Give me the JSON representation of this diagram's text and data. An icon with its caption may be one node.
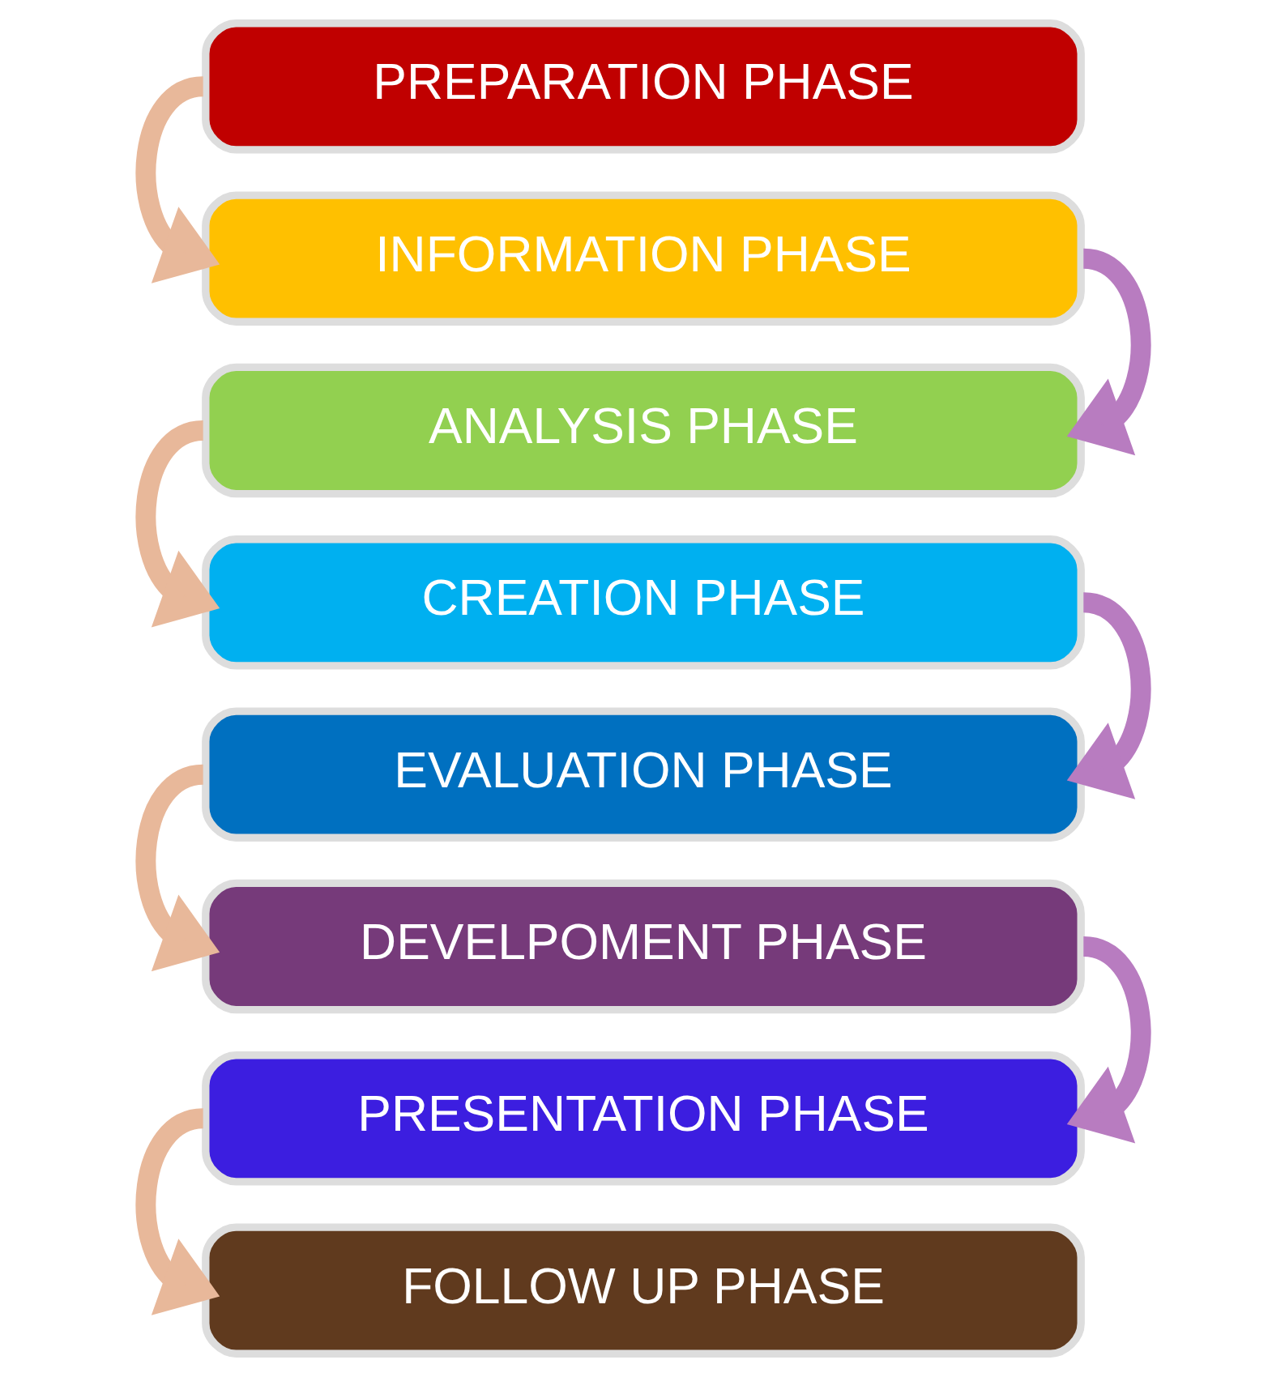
{
  "diagram": {
    "nodes": [
      {
        "text": [
          "PREPARATION PHASE"
        ]
      },
      {
        "text": [
          "INFORMATION PHASE"
        ]
      },
      {
        "text": [
          "ANALYSIS PHASE"
        ]
      },
      {
        "text": [
          "CREATION PHASE"
        ]
      },
      {
        "text": [
          "EVALUATION PHASE"
        ]
      },
      {
        "text": [
          "DEVELPOMENT PHASE"
        ]
      },
      {
        "text": [
          "PRESENTATION PHASE"
        ]
      },
      {
        "text": [
          "FOLLOW UP PHASE"
        ]
      }
    ],
    "edges": [
      {
        "from": 0,
        "to": 1,
        "arrow": "to"
      },
      {
        "from": 1,
        "to": 2,
        "arrow": "to",
        "color": "#b87cc0"
      },
      {
        "from": 2,
        "to": 3,
        "arrow": "to"
      },
      {
        "from": 3,
        "to": 4,
        "arrow": "to",
        "color": "#b87cc0"
      },
      {
        "from": 4,
        "to": 5,
        "arrow": "to"
      },
      {
        "from": 5,
        "to": 6,
        "arrow": "to",
        "color": "#b87cc0"
      },
      {
        "from": 6,
        "to": 7,
        "arrow": "to"
      }
    ]
  }
}
